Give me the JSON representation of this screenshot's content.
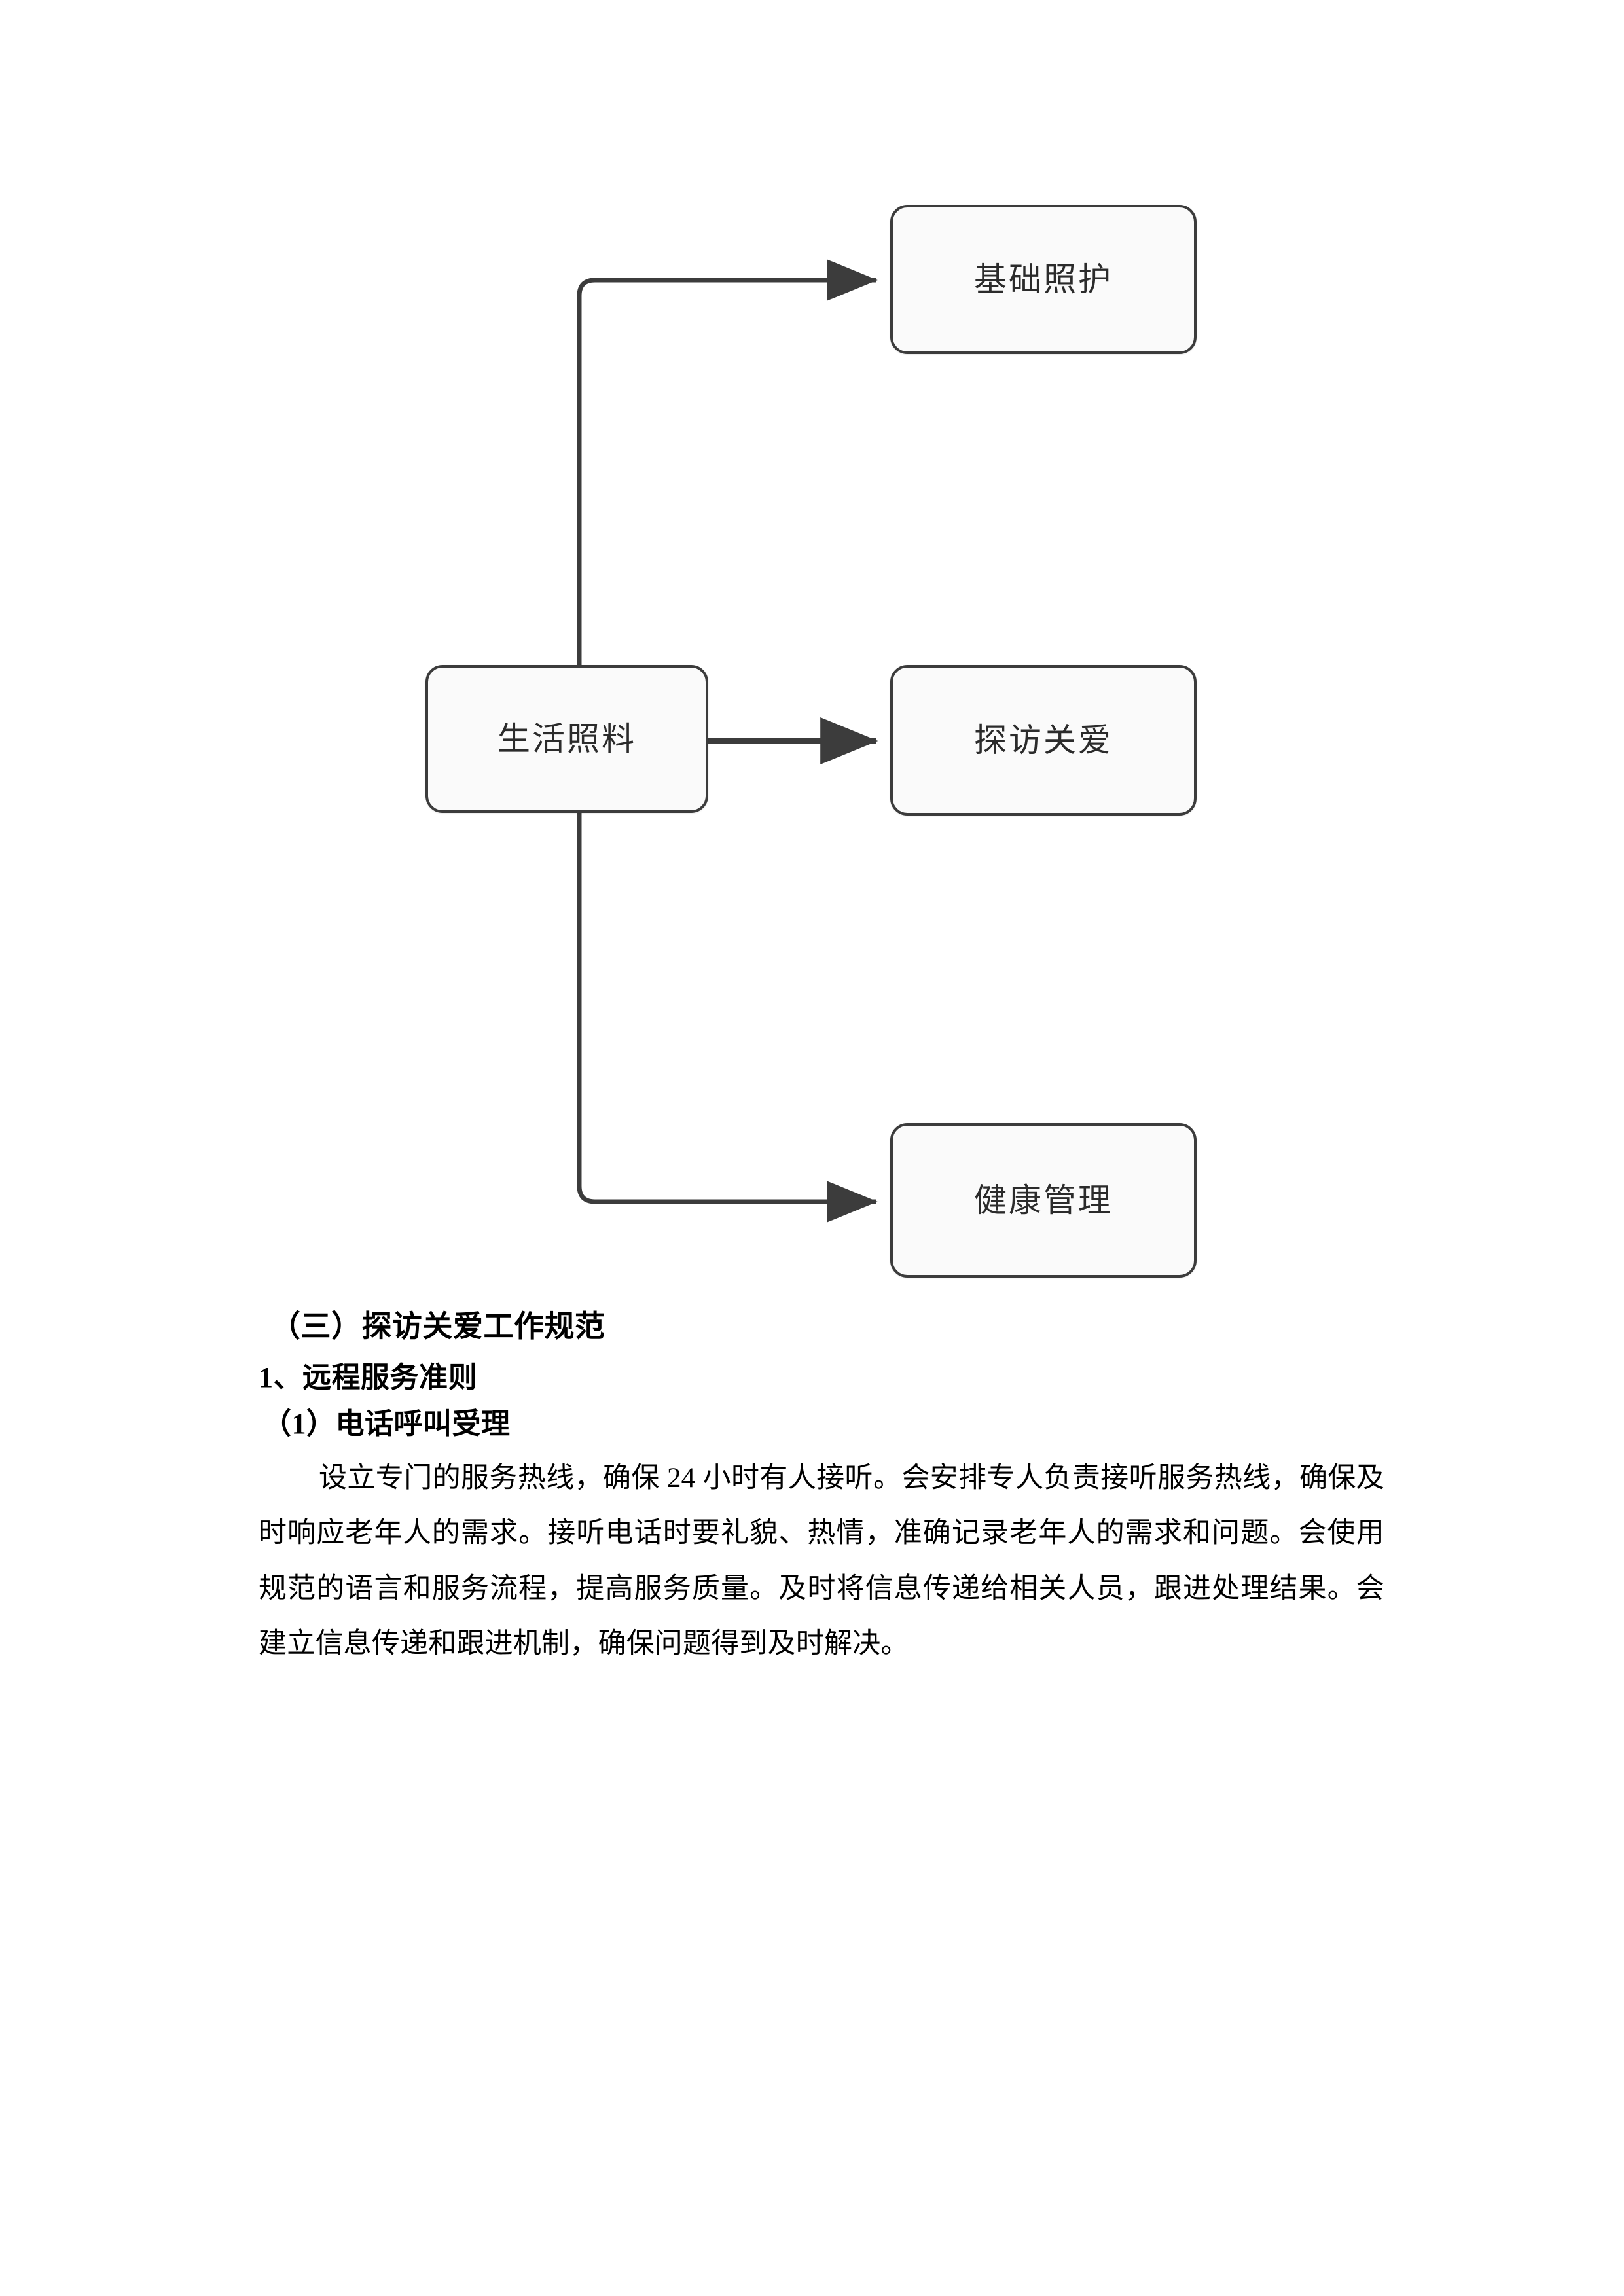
{
  "document": {
    "page_background": "#ffffff",
    "text_color": "#000000"
  },
  "diagram": {
    "name": "life-care-services-flow",
    "node_fill": "#fafafa",
    "node_border_color": "#3c3c3c",
    "connector_color": "#3c3c3c",
    "source": {
      "id": "life-care",
      "label": "生活照料"
    },
    "targets": [
      {
        "id": "basic-care",
        "label": "基础照护"
      },
      {
        "id": "visiting-care",
        "label": "探访关爱"
      },
      {
        "id": "health-management",
        "label": "健康管理"
      }
    ]
  },
  "content": {
    "section_heading": "（三）探访关爱工作规范",
    "sub_heading": "1、远程服务准则",
    "item_heading": "（1）电话呼叫受理",
    "paragraph": "设立专门的服务热线，确保 24 小时有人接听。会安排专人负责接听服务热线，确保及时响应老年人的需求。接听电话时要礼貌、热情，准确记录老年人的需求和问题。会使用规范的语言和服务流程，提高服务质量。及时将信息传递给相关人员，跟进处理结果。会建立信息传递和跟进机制，确保问题得到及时解决。"
  }
}
